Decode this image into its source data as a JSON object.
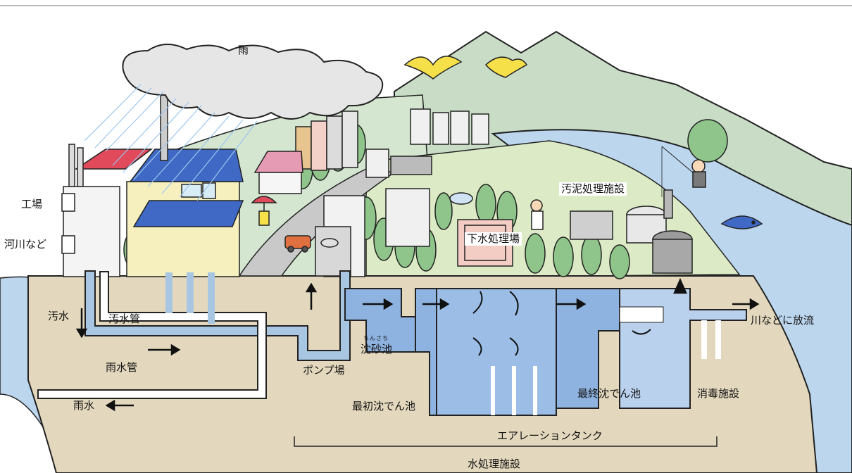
{
  "labels": {
    "rain": "雨",
    "factory": "工場",
    "rivers": "河川など",
    "sewage": "汚水",
    "sewage_pipe": "汚水管",
    "rain_pipe": "雨水管",
    "rainwater": "雨水",
    "pump_station": "ポンプ場",
    "grit_chamber_reading": "ちんさち",
    "grit_chamber": "沈砂池",
    "primary_settling": "最初沈でん池",
    "final_settling": "最終沈でん池",
    "disinfection": "消毒施設",
    "discharge": "川などに放流",
    "aeration_tank": "エアレーションタンク",
    "water_treatment": "水処理施設",
    "sludge_facility": "汚泥処理施設",
    "treatment_plant": "下水処理場"
  },
  "colors": {
    "ground": "#e3d8bd",
    "water_pipe": "#a8c6e2",
    "tank": "#8fb3e0",
    "river": "#bcd6ee",
    "hill": "#c8dcc6",
    "tree": "#8fc58a",
    "roof_red": "#e04a5a",
    "roof_blue": "#3f69c4",
    "bird": "#f5e04a",
    "line": "#222222"
  }
}
